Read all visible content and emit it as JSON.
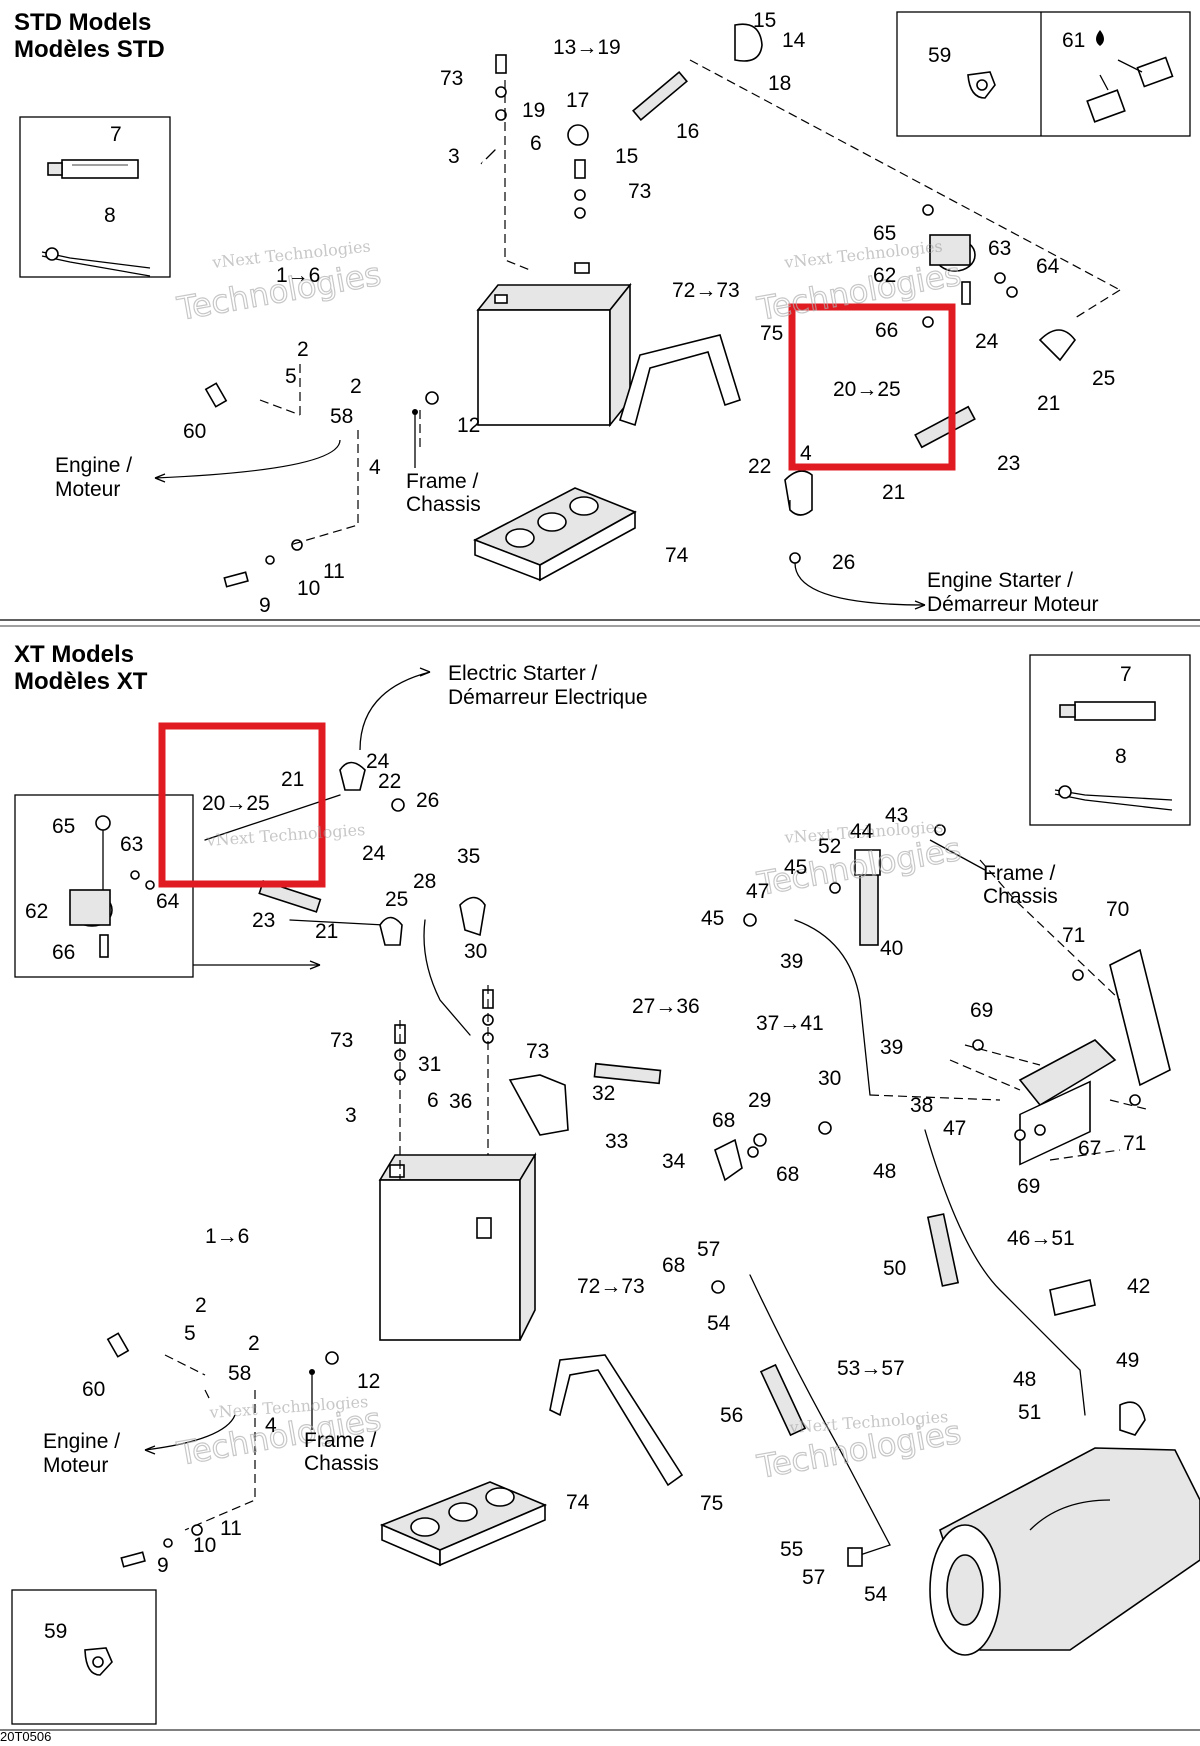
{
  "sections": {
    "std": {
      "title_en": "STD Models",
      "title_fr": "Modèles STD"
    },
    "xt": {
      "title_en": "XT Models",
      "title_fr": "Modèles XT"
    }
  },
  "watermark": {
    "line1": "vNext Technologies",
    "line2": "Technologies"
  },
  "std_callouts": [
    {
      "id": "c1",
      "text": "13→19"
    },
    {
      "id": "c2",
      "text": "15"
    },
    {
      "id": "c3",
      "text": "14"
    },
    {
      "id": "c4",
      "text": "18"
    },
    {
      "id": "c5",
      "text": "73"
    },
    {
      "id": "c6",
      "text": "19"
    },
    {
      "id": "c7",
      "text": "17"
    },
    {
      "id": "c8",
      "text": "16"
    },
    {
      "id": "c9",
      "text": "15"
    },
    {
      "id": "c10",
      "text": "3"
    },
    {
      "id": "c11",
      "text": "6"
    },
    {
      "id": "c12",
      "text": "73"
    },
    {
      "id": "c13",
      "text": "7"
    },
    {
      "id": "c14",
      "text": "8"
    },
    {
      "id": "c15",
      "text": "72→73"
    },
    {
      "id": "c16",
      "text": "2"
    },
    {
      "id": "c17",
      "text": "5"
    },
    {
      "id": "c18",
      "text": "2"
    },
    {
      "id": "c19",
      "text": "58"
    },
    {
      "id": "c20",
      "text": "60"
    },
    {
      "id": "c21",
      "text": "12"
    },
    {
      "id": "c22",
      "text": "4"
    },
    {
      "id": "c23",
      "text": "75"
    },
    {
      "id": "c24",
      "text": "74"
    },
    {
      "id": "c25",
      "text": "11"
    },
    {
      "id": "c26",
      "text": "10"
    },
    {
      "id": "c27",
      "text": "9"
    },
    {
      "id": "c28",
      "text": "59"
    },
    {
      "id": "c29",
      "text": "61"
    },
    {
      "id": "c30",
      "text": "65"
    },
    {
      "id": "c31",
      "text": "62"
    },
    {
      "id": "c32",
      "text": "63"
    },
    {
      "id": "c33",
      "text": "64"
    },
    {
      "id": "c34",
      "text": "66"
    },
    {
      "id": "c35",
      "text": "24"
    },
    {
      "id": "c36",
      "text": "20→25"
    },
    {
      "id": "c37",
      "text": "25"
    },
    {
      "id": "c38",
      "text": "21"
    },
    {
      "id": "c39",
      "text": "4"
    },
    {
      "id": "c40",
      "text": "23"
    },
    {
      "id": "c41",
      "text": "22"
    },
    {
      "id": "c42",
      "text": "21"
    },
    {
      "id": "c43",
      "text": "26"
    },
    {
      "id": "c44",
      "text": "1→6"
    }
  ],
  "std_routes": {
    "engine": [
      "Engine /",
      "Moteur"
    ],
    "frame": [
      "Frame /",
      "Chassis"
    ],
    "starter": [
      "Engine Starter /",
      "Démarreur Moteur"
    ]
  },
  "xt_callouts": [
    {
      "id": "x1",
      "text": "7"
    },
    {
      "id": "x2",
      "text": "8"
    },
    {
      "id": "x3",
      "text": "24"
    },
    {
      "id": "x4",
      "text": "21"
    },
    {
      "id": "x5",
      "text": "22"
    },
    {
      "id": "x6",
      "text": "20→25"
    },
    {
      "id": "x7",
      "text": "26"
    },
    {
      "id": "x8",
      "text": "65"
    },
    {
      "id": "x9",
      "text": "63"
    },
    {
      "id": "x10",
      "text": "62"
    },
    {
      "id": "x11",
      "text": "64"
    },
    {
      "id": "x12",
      "text": "66"
    },
    {
      "id": "x13",
      "text": "24"
    },
    {
      "id": "x14",
      "text": "25"
    },
    {
      "id": "x15",
      "text": "23"
    },
    {
      "id": "x16",
      "text": "21"
    },
    {
      "id": "x17",
      "text": "35"
    },
    {
      "id": "x18",
      "text": "28"
    },
    {
      "id": "x19",
      "text": "30"
    },
    {
      "id": "x20",
      "text": "43"
    },
    {
      "id": "x21",
      "text": "44"
    },
    {
      "id": "x22",
      "text": "52"
    },
    {
      "id": "x23",
      "text": "45"
    },
    {
      "id": "x24",
      "text": "47"
    },
    {
      "id": "x25",
      "text": "45"
    },
    {
      "id": "x26",
      "text": "39"
    },
    {
      "id": "x27",
      "text": "40"
    },
    {
      "id": "x28",
      "text": "70"
    },
    {
      "id": "x29",
      "text": "71"
    },
    {
      "id": "x30",
      "text": "27→36"
    },
    {
      "id": "x31",
      "text": "73"
    },
    {
      "id": "x32",
      "text": "73"
    },
    {
      "id": "x33",
      "text": "31"
    },
    {
      "id": "x34",
      "text": "36"
    },
    {
      "id": "x35",
      "text": "32"
    },
    {
      "id": "x36",
      "text": "37→41"
    },
    {
      "id": "x37",
      "text": "69"
    },
    {
      "id": "x38",
      "text": "39"
    },
    {
      "id": "x39",
      "text": "30"
    },
    {
      "id": "x40",
      "text": "29"
    },
    {
      "id": "x41",
      "text": "38"
    },
    {
      "id": "x42",
      "text": "33"
    },
    {
      "id": "x43",
      "text": "68"
    },
    {
      "id": "x44",
      "text": "47"
    },
    {
      "id": "x45",
      "text": "71"
    },
    {
      "id": "x46",
      "text": "34"
    },
    {
      "id": "x47",
      "text": "68"
    },
    {
      "id": "x48",
      "text": "48"
    },
    {
      "id": "x49",
      "text": "67"
    },
    {
      "id": "x50",
      "text": "69"
    },
    {
      "id": "x51",
      "text": "3"
    },
    {
      "id": "x52",
      "text": "6"
    },
    {
      "id": "x53",
      "text": "1→6"
    },
    {
      "id": "x54",
      "text": "72→73"
    },
    {
      "id": "x55",
      "text": "46→51"
    },
    {
      "id": "x56",
      "text": "50"
    },
    {
      "id": "x57",
      "text": "42"
    },
    {
      "id": "x58",
      "text": "68"
    },
    {
      "id": "x59",
      "text": "57"
    },
    {
      "id": "x60",
      "text": "54"
    },
    {
      "id": "x61",
      "text": "2"
    },
    {
      "id": "x62",
      "text": "5"
    },
    {
      "id": "x63",
      "text": "2"
    },
    {
      "id": "x64",
      "text": "58"
    },
    {
      "id": "x65",
      "text": "60"
    },
    {
      "id": "x66",
      "text": "12"
    },
    {
      "id": "x67",
      "text": "4"
    },
    {
      "id": "x68",
      "text": "53→57"
    },
    {
      "id": "x69",
      "text": "49"
    },
    {
      "id": "x70",
      "text": "48"
    },
    {
      "id": "x71",
      "text": "51"
    },
    {
      "id": "x72",
      "text": "56"
    },
    {
      "id": "x73",
      "text": "75"
    },
    {
      "id": "x74",
      "text": "74"
    },
    {
      "id": "x75",
      "text": "11"
    },
    {
      "id": "x76",
      "text": "10"
    },
    {
      "id": "x77",
      "text": "9"
    },
    {
      "id": "x78",
      "text": "55"
    },
    {
      "id": "x79",
      "text": "57"
    },
    {
      "id": "x80",
      "text": "54"
    },
    {
      "id": "x81",
      "text": "59"
    }
  ],
  "xt_routes": {
    "electric_starter": [
      "Electric Starter /",
      "Démarreur Electrique"
    ],
    "frame": [
      "Frame /",
      "Chassis"
    ],
    "engine": [
      "Engine /",
      "Moteur"
    ],
    "frame2": [
      "Frame /",
      "Chassis"
    ]
  },
  "figure_code": "20T0506",
  "colors": {
    "highlight": "#e01b22",
    "line": "#000000"
  }
}
